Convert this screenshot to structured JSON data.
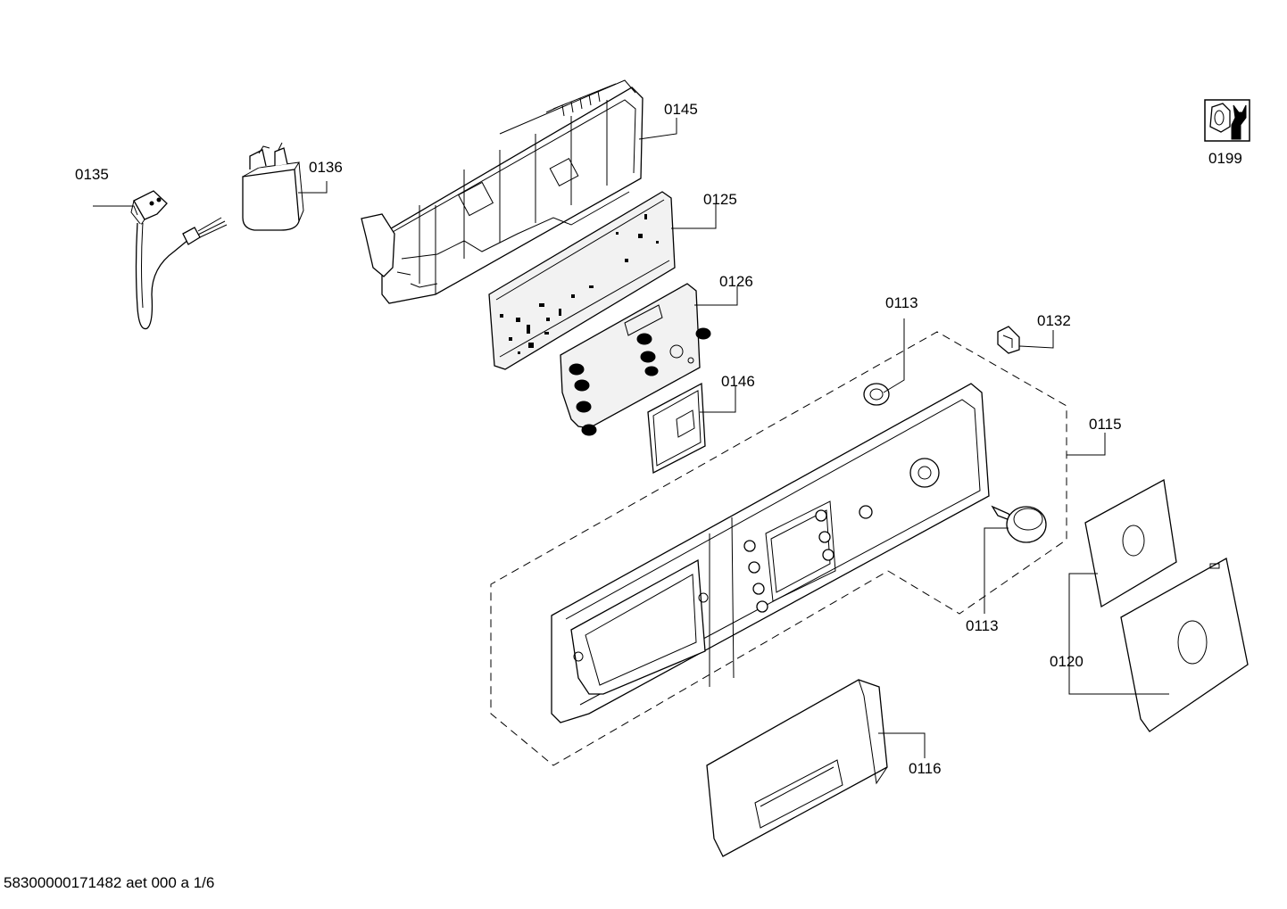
{
  "diagram": {
    "labels": {
      "p0145": "0145",
      "p0135": "0135",
      "p0136": "0136",
      "p0125": "0125",
      "p0126": "0126",
      "p0146": "0146",
      "p0113a": "0113",
      "p0132": "0132",
      "p0115": "0115",
      "p0113b": "0113",
      "p0120": "0120",
      "p0116": "0116",
      "p0199": "0199"
    },
    "footer": "58300000171482 aet 000 a 1/6"
  },
  "icons": [
    "tool-wrench-nut-icon"
  ],
  "colors": {
    "line": "#000000",
    "background": "#ffffff"
  }
}
